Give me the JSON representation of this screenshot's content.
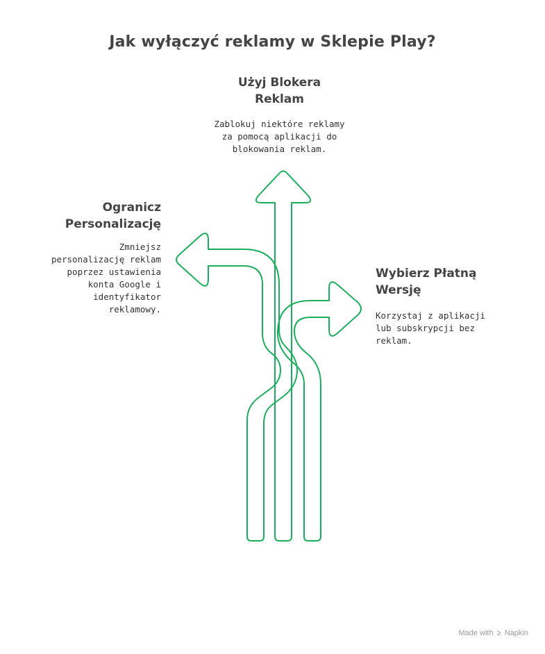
{
  "title": "Jak wyłączyć reklamy w Sklepie Play?",
  "options": {
    "top": {
      "heading_line1": "Użyj Blokera",
      "heading_line2": "Reklam",
      "desc_line1": "Zablokuj niektóre reklamy",
      "desc_line2": "za pomocą aplikacji do",
      "desc_line3": "blokowania reklam."
    },
    "left": {
      "heading_line1": "Ogranicz",
      "heading_line2": "Personalizację",
      "desc_line1": "Zmniejsz",
      "desc_line2": "personalizację reklam",
      "desc_line3": "poprzez ustawienia",
      "desc_line4": "konta Google i",
      "desc_line5": "identyfikator",
      "desc_line6": "reklamowy."
    },
    "right": {
      "heading_line1": "Wybierz Płatną",
      "heading_line2": "Wersję",
      "desc_line1": "Korzystaj z aplikacji",
      "desc_line2": "lub subskrypcji bez",
      "desc_line3": "reklam."
    }
  },
  "footer": {
    "made_with": "Made with",
    "brand": "Napkin"
  },
  "colors": {
    "arrow_stroke": "#1aae5c",
    "title_text": "#444444"
  }
}
